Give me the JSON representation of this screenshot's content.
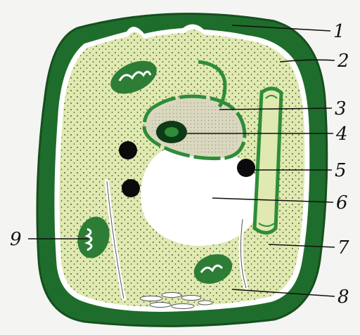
{
  "labels": [
    {
      "id": "1",
      "text": "1"
    },
    {
      "id": "2",
      "text": "2"
    },
    {
      "id": "3",
      "text": "3"
    },
    {
      "id": "4",
      "text": "4"
    },
    {
      "id": "5",
      "text": "5"
    },
    {
      "id": "6",
      "text": "6"
    },
    {
      "id": "7",
      "text": "7"
    },
    {
      "id": "8",
      "text": "8"
    },
    {
      "id": "9",
      "text": "9"
    }
  ],
  "colors": {
    "cell_wall": "#1f6d2c",
    "cell_wall_dark": "#164f1f",
    "membrane": "#ffffff",
    "cytoplasm": "#dfe9b0",
    "cytoplasm_dots": "#2a3a1a",
    "nucleus_envelope": "#2e8c3a",
    "nucleoplasm": "#d9d7be",
    "nucleolus": "#0f3a17",
    "chloroplast": "#2d7d36",
    "vacuole": "#ffffff",
    "dark_body": "#0b0b0b",
    "background": "#f4f5f2"
  }
}
